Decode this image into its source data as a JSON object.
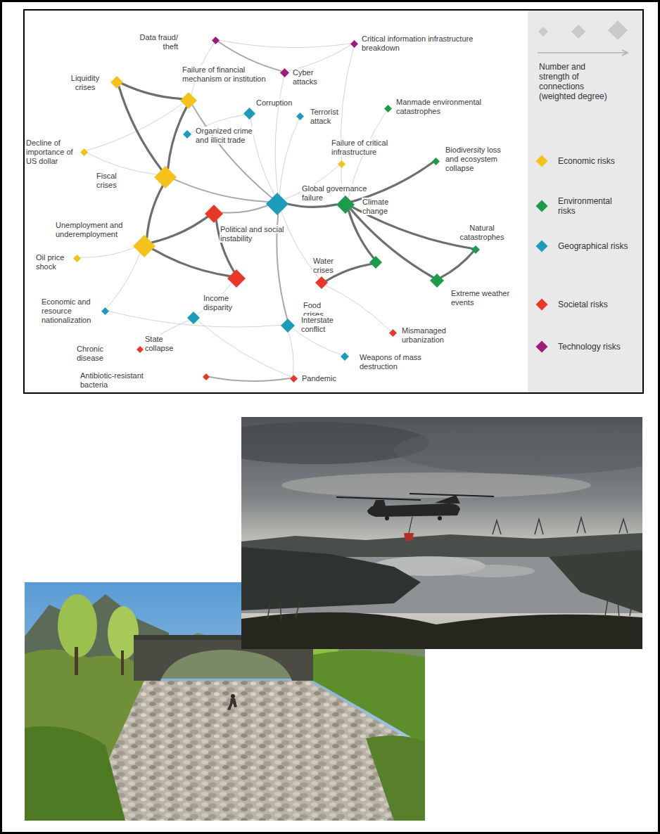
{
  "diagram": {
    "nodes": [
      {
        "text": [
          "Data fraud/ theft"
        ]
      },
      {
        "text": [
          "Critical information infrastructure breakdown"
        ]
      },
      {
        "text": [
          "Cyber attacks"
        ]
      },
      {
        "text": [
          "Liquidity crises"
        ]
      },
      {
        "text": [
          "Failure of financial mechanism or institution"
        ]
      },
      {
        "text": [
          "Manmade environmental catastrophes"
        ]
      },
      {
        "text": [
          "Corruption"
        ]
      },
      {
        "text": [
          "Terrorist attack"
        ]
      },
      {
        "text": [
          "Organized crime and illicit trade"
        ]
      },
      {
        "text": [
          "Decline of importance of US dollar"
        ]
      },
      {
        "text": [
          "Failure of critical infrastructure"
        ]
      },
      {
        "text": [
          "Biodiversity loss and ecosystem collapse"
        ]
      },
      {
        "text": [
          "Fiscal crises"
        ]
      },
      {
        "text": [
          "Global governance failure"
        ]
      },
      {
        "text": [
          "Climate change"
        ]
      },
      {
        "text": [
          "Political and social instability"
        ]
      },
      {
        "text": [
          "Unemployment and underemployment"
        ]
      },
      {
        "text": [
          "Natural catastrophes"
        ]
      },
      {
        "text": [
          "Oil price shock"
        ]
      },
      {
        "text": [
          "Water crises"
        ]
      },
      {
        "text": [
          "Income disparity"
        ]
      },
      {
        "text": [
          "Extreme weather events"
        ]
      },
      {
        "text": [
          "Food crises"
        ]
      },
      {
        "text": [
          "Economic and resource nationalization"
        ]
      },
      {
        "text": [
          "State collapse"
        ]
      },
      {
        "text": [
          "Interstate conflict"
        ]
      },
      {
        "text": [
          "Mismanaged urbanization"
        ]
      },
      {
        "text": [
          "Chronic disease"
        ]
      },
      {
        "text": [
          "Weapons of mass destruction"
        ]
      },
      {
        "text": [
          "Antibiotic-resistant bacteria"
        ]
      },
      {
        "text": [
          "Pandemic"
        ]
      }
    ],
    "edges": [
      {
        "from": 3,
        "to": 12,
        "arrow": "none"
      },
      {
        "from": 3,
        "to": 4,
        "arrow": "none"
      },
      {
        "from": 4,
        "to": 12,
        "arrow": "none"
      },
      {
        "from": 12,
        "to": 16,
        "arrow": "none"
      },
      {
        "from": 16,
        "to": 15,
        "arrow": "none"
      },
      {
        "from": 16,
        "to": 20,
        "arrow": "none"
      },
      {
        "from": 15,
        "to": 20,
        "arrow": "none"
      },
      {
        "from": 13,
        "to": 14,
        "arrow": "none"
      },
      {
        "from": 14,
        "to": 11,
        "arrow": "none"
      },
      {
        "from": 14,
        "to": 19,
        "arrow": "none"
      },
      {
        "from": 14,
        "to": 21,
        "arrow": "none"
      },
      {
        "from": 14,
        "to": 17,
        "arrow": "none"
      },
      {
        "from": 19,
        "to": 22,
        "arrow": "none"
      },
      {
        "from": 21,
        "to": 17,
        "arrow": "none"
      },
      {
        "from": 12,
        "to": 13,
        "arrow": "none"
      },
      {
        "from": 4,
        "to": 13,
        "arrow": "none"
      },
      {
        "from": 0,
        "to": 2,
        "arrow": "none"
      },
      {
        "from": 2,
        "to": 1,
        "arrow": "none"
      },
      {
        "from": 0,
        "to": 1,
        "arrow": "none"
      },
      {
        "from": 13,
        "to": 25,
        "arrow": "none"
      },
      {
        "from": 29,
        "to": 30,
        "arrow": "none"
      },
      {
        "from": 15,
        "to": 13,
        "arrow": "none"
      },
      {
        "from": 6,
        "to": 8,
        "arrow": "none"
      },
      {
        "from": 6,
        "to": 13,
        "arrow": "none"
      },
      {
        "from": 13,
        "to": 10,
        "arrow": "none"
      },
      {
        "from": 9,
        "to": 12,
        "arrow": "none"
      },
      {
        "from": 18,
        "to": 16,
        "arrow": "none"
      },
      {
        "from": 23,
        "to": 25,
        "arrow": "none"
      },
      {
        "from": 24,
        "to": 20,
        "arrow": "none"
      },
      {
        "from": 25,
        "to": 28,
        "arrow": "none"
      },
      {
        "from": 13,
        "to": 22,
        "arrow": "none"
      },
      {
        "from": 2,
        "to": 13,
        "arrow": "none"
      },
      {
        "from": 7,
        "to": 13,
        "arrow": "none"
      },
      {
        "from": 5,
        "to": 14,
        "arrow": "none"
      },
      {
        "from": 1,
        "to": 10,
        "arrow": "none"
      },
      {
        "from": 24,
        "to": 27,
        "arrow": "none"
      },
      {
        "from": 26,
        "to": 22,
        "arrow": "none"
      },
      {
        "from": 30,
        "to": 25,
        "arrow": "none"
      },
      {
        "from": 9,
        "to": 4,
        "arrow": "none"
      },
      {
        "from": 23,
        "to": 16,
        "arrow": "none"
      },
      {
        "from": 10,
        "to": 14,
        "arrow": "none"
      },
      {
        "from": 24,
        "to": 30,
        "arrow": "none"
      },
      {
        "from": 0,
        "to": 4,
        "arrow": "none"
      }
    ],
    "legend": [
      {
        "text": "Number and strength of connections (weighted degree)"
      },
      {
        "text": "Economic risks",
        "color": "#f4c21c"
      },
      {
        "text": "Environmental risks",
        "color": "#1e9a4b"
      },
      {
        "text": "Geographical risks",
        "color": "#1b9cb8"
      },
      {
        "text": "Societal risks",
        "color": "#e8382a"
      },
      {
        "text": "Technology risks",
        "color": "#9c1c7e"
      }
    ]
  }
}
